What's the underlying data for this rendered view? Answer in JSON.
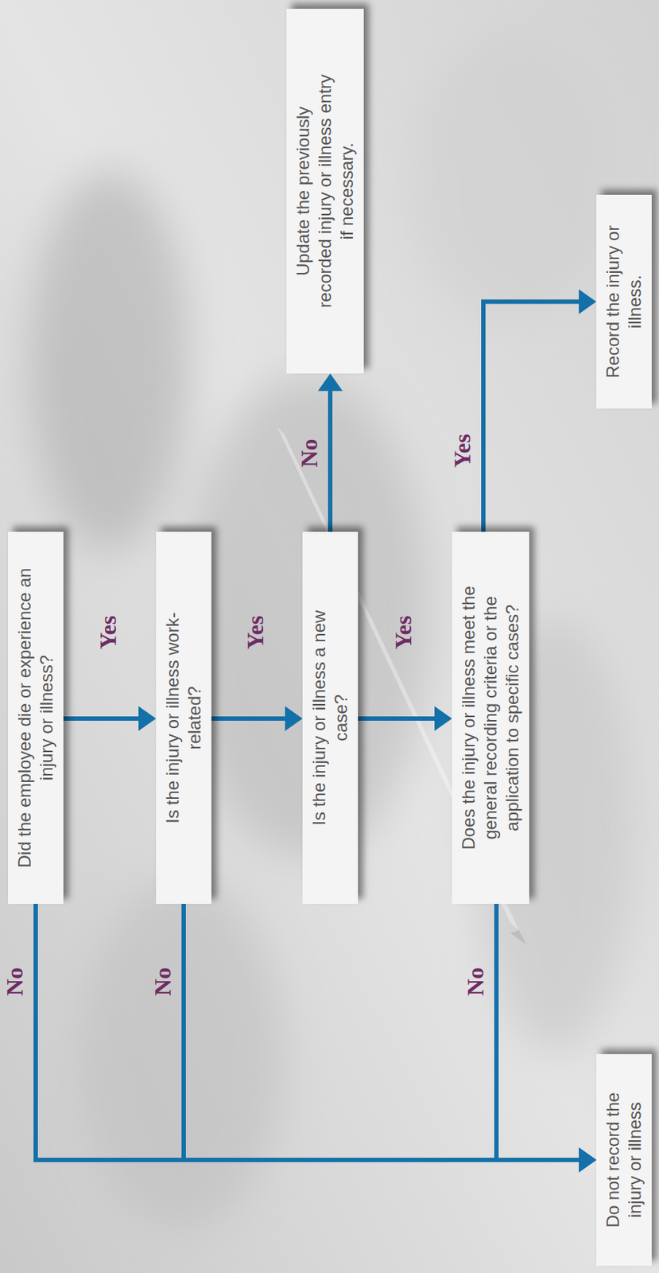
{
  "diagram": {
    "nodes": [
      {
        "text": [
          "Did the employee die or experience an injury or illness?"
        ]
      },
      {
        "text": [
          "Is the injury or illness work-related?"
        ]
      },
      {
        "text": [
          "Is the injury or illness a new case?"
        ]
      },
      {
        "text": [
          "Does the injury or illness meet the general recording criteria or the application to specific cases?"
        ]
      },
      {
        "text": [
          "Update the previously recorded injury or illness entry if necessary."
        ]
      },
      {
        "text": [
          "Record the injury or illness."
        ]
      },
      {
        "text": [
          "Do not record the injury or illness"
        ]
      }
    ],
    "edges": [
      {
        "from": 0,
        "to": 1,
        "label": "Yes",
        "arrow": "to"
      },
      {
        "from": 1,
        "to": 2,
        "label": "Yes",
        "arrow": "to"
      },
      {
        "from": 2,
        "to": 3,
        "label": "Yes",
        "arrow": "to"
      },
      {
        "from": 2,
        "to": 4,
        "label": "No",
        "arrow": "to"
      },
      {
        "from": 3,
        "to": 5,
        "label": "Yes",
        "arrow": "to"
      },
      {
        "from": 0,
        "to": 6,
        "label": "No",
        "arrow": "to"
      },
      {
        "from": 1,
        "to": 6,
        "label": "No",
        "arrow": "to"
      },
      {
        "from": 3,
        "to": 6,
        "label": "No",
        "arrow": "to"
      }
    ]
  }
}
